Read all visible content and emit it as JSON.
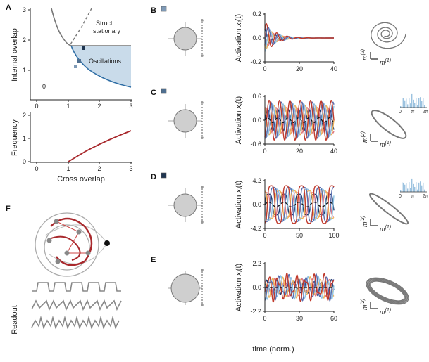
{
  "panels": {
    "A": {
      "letter": "A",
      "top": {
        "ylabel": "Internal overlap",
        "region_struct": "Struct.",
        "region_stationary": "stationary",
        "region_osc": "Oscillations",
        "region_zero": "0",
        "xticks": [
          "0",
          "1",
          "2",
          "3"
        ],
        "yticks": [
          "1",
          "2",
          "3"
        ]
      },
      "bottom": {
        "ylabel": "Frequency",
        "xlabel": "Cross overlap",
        "xticks": [
          "0",
          "1",
          "2",
          "3"
        ],
        "yticks": [
          "0",
          "1",
          "2"
        ]
      }
    },
    "B": {
      "letter": "B"
    },
    "C": {
      "letter": "C"
    },
    "D": {
      "letter": "D"
    },
    "E": {
      "letter": "E"
    },
    "F": {
      "letter": "F",
      "readout": "Readout"
    }
  },
  "activation_ylabel": "Activation x_i(t)",
  "activation_ylabel_main": "Activation ",
  "activation_ylabel_var": "x",
  "activation_ylabel_sub": "i",
  "activation_ylabel_arg": "(t)",
  "time_xlabel": "time (norm.)",
  "phase_axes": {
    "m1": "m",
    "m1_sup": "(1)",
    "m2": "m",
    "m2_sup": "(2)"
  },
  "hist_ticks": [
    "0",
    "π",
    "2π"
  ],
  "colors": {
    "osc_region": "#c9dbea",
    "boundary": "#2f6ea5",
    "freq_line": "#a8282c",
    "marker_B": "#7f9ab6",
    "marker_C": "#4f6f90",
    "marker_D": "#1f3550"
  },
  "chart_data": [
    {
      "id": "A-top",
      "type": "line",
      "xlim": [
        0,
        3
      ],
      "ylim": [
        0,
        3
      ],
      "series": [
        {
          "x": [
            0.3,
            0.6,
            0.8,
            0.95,
            1.05,
            1.2,
            1.5,
            2.0,
            3.0
          ],
          "y": [
            3.0,
            2.3,
            2.05,
            1.98,
            1.97,
            2.0,
            2.0,
            2.0,
            2.0
          ]
        },
        {
          "x": [
            1.05,
            1.5,
            2.0,
            2.5,
            3.0
          ],
          "y": [
            1.95,
            1.4,
            0.85,
            0.5,
            0.25
          ]
        },
        {
          "x": [
            1.0,
            1.3,
            1.7
          ],
          "y": [
            2.0,
            2.55,
            3.0
          ]
        }
      ],
      "markers": [
        {
          "x": 1.25,
          "y": 1.15
        },
        {
          "x": 1.35,
          "y": 1.35
        },
        {
          "x": 1.5,
          "y": 1.9
        }
      ]
    },
    {
      "id": "A-bottom",
      "type": "line",
      "xlim": [
        0,
        3
      ],
      "ylim": [
        0,
        2
      ],
      "xlabel": "Cross overlap",
      "ylabel": "Frequency",
      "series": [
        {
          "x": [
            1.0,
            1.5,
            2.0,
            2.5,
            3.0
          ],
          "y": [
            0.0,
            0.35,
            0.7,
            1.05,
            1.45
          ]
        }
      ]
    },
    {
      "id": "B",
      "type": "line",
      "xlim": [
        0,
        40
      ],
      "ylim": [
        -0.2,
        0.2
      ],
      "xticks": [
        "0",
        "20",
        "40"
      ],
      "yticks": [
        "-0.2",
        "0.0",
        "0.2"
      ],
      "mode": "damped",
      "series": [
        {
          "amplitude": 0.14,
          "decay": 0.17,
          "period": 6
        }
      ]
    },
    {
      "id": "C",
      "type": "line",
      "xlim": [
        0,
        40
      ],
      "ylim": [
        -0.6,
        0.6
      ],
      "xticks": [
        "0",
        "20",
        "40"
      ],
      "yticks": [
        "-0.6",
        "0.0",
        "0.6"
      ],
      "mode": "periodic",
      "series": [
        {
          "amplitude": 0.5,
          "period": 6
        }
      ]
    },
    {
      "id": "D",
      "type": "line",
      "xlim": [
        0,
        100
      ],
      "ylim": [
        -4.2,
        4.2
      ],
      "xticks": [
        "0",
        "50",
        "100"
      ],
      "yticks": [
        "-4.2",
        "0.0",
        "4.2"
      ],
      "mode": "relaxation",
      "series": [
        {
          "amplitude": 3.4,
          "period": 22
        }
      ]
    },
    {
      "id": "E",
      "type": "line",
      "xlim": [
        0,
        60
      ],
      "ylim": [
        -2.2,
        2.2
      ],
      "xticks": [
        "0",
        "30",
        "60"
      ],
      "yticks": [
        "-2.2",
        "0.0",
        "2.2"
      ],
      "mode": "quasiperiodic",
      "series": [
        {
          "amplitude": 1.2,
          "period": 8
        }
      ]
    }
  ]
}
